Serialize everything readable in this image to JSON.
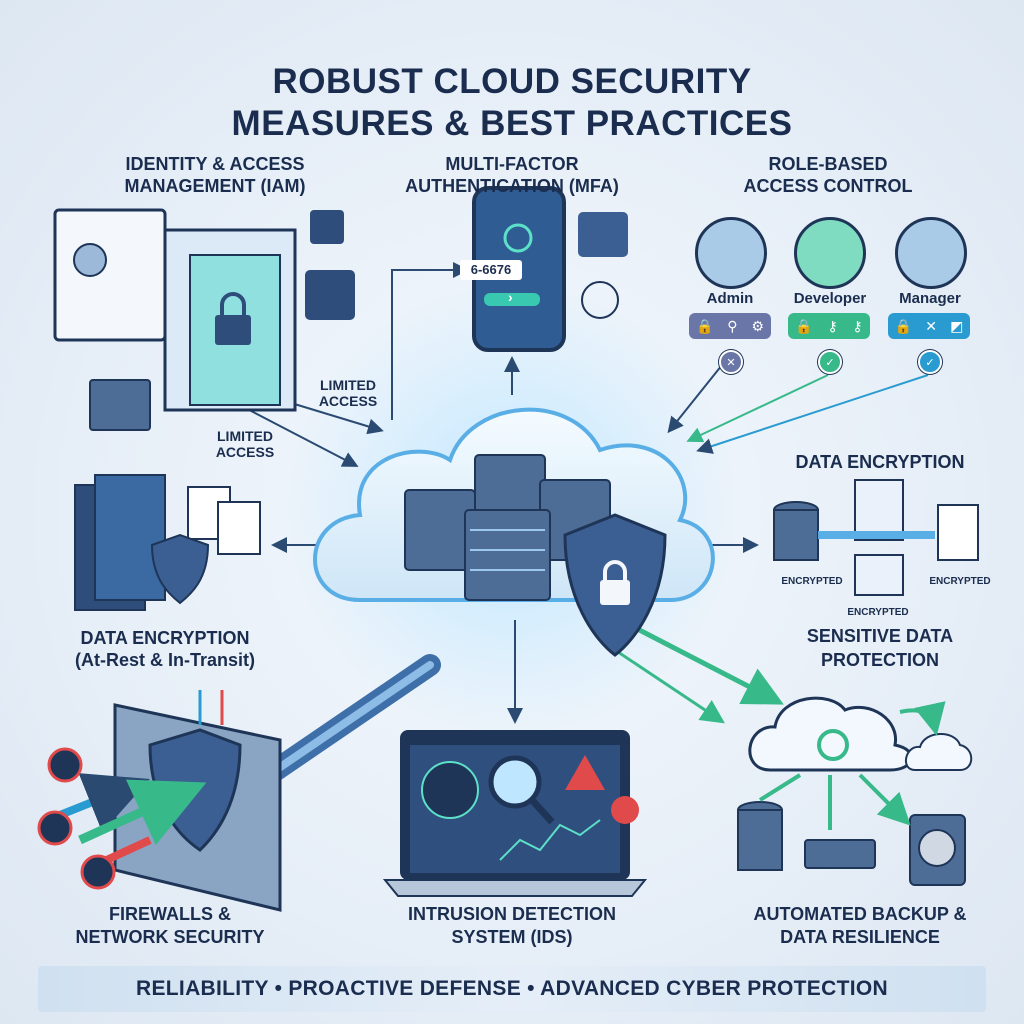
{
  "title": {
    "line1": "ROBUST CLOUD SECURITY",
    "line2": "MEASURES & BEST PRACTICES"
  },
  "sections": {
    "iam": {
      "line1": "IDENTITY & ACCESS",
      "line2": "MANAGEMENT (IAM)"
    },
    "mfa": {
      "line1": "MULTI-FACTOR",
      "line2": "AUTHENTICATION (MFA)",
      "code": "6-6676",
      "button": "›"
    },
    "rbac": {
      "line1": "ROLE-BASED",
      "line2": "ACCESS CONTROL",
      "roles": [
        {
          "name": "Admin",
          "color": "#6a76a8",
          "status": "denied"
        },
        {
          "name": "Developer",
          "color": "#38b98a",
          "status": "granted"
        },
        {
          "name": "Manager",
          "color": "#2a9bd0",
          "status": "granted"
        }
      ]
    },
    "limited_access": {
      "a": "LIMITED ACCESS",
      "a1": "LIMITED",
      "a2": "ACCESS"
    },
    "data_encryption_right": {
      "title": "DATA ENCRYPTION",
      "enc1": "ENCRYPTED",
      "enc2": "ENCRYPTED",
      "enc3": "ENCRYPTED"
    },
    "data_encryption_left": {
      "line1": "DATA ENCRYPTION",
      "line2": "(At-Rest & In-Transit)"
    },
    "sensitive": {
      "line1": "SENSITIVE DATA",
      "line2": "PROTECTION"
    },
    "firewall": {
      "line1": "FIREWALLS &",
      "line2": "NETWORK SECURITY"
    },
    "ids": {
      "line1": "INTRUSION DETECTION",
      "line2": "SYSTEM (IDS)"
    },
    "backup": {
      "line1": "AUTOMATED BACKUP &",
      "line2": "DATA RESILIENCE"
    }
  },
  "footer": "RELIABILITY • PROACTIVE DEFENSE • ADVANCED CYBER PROTECTION",
  "colors": {
    "navy": "#1b2d4f",
    "accent": "#2a9bd0",
    "green": "#38b98a",
    "red": "#e04a4a"
  }
}
